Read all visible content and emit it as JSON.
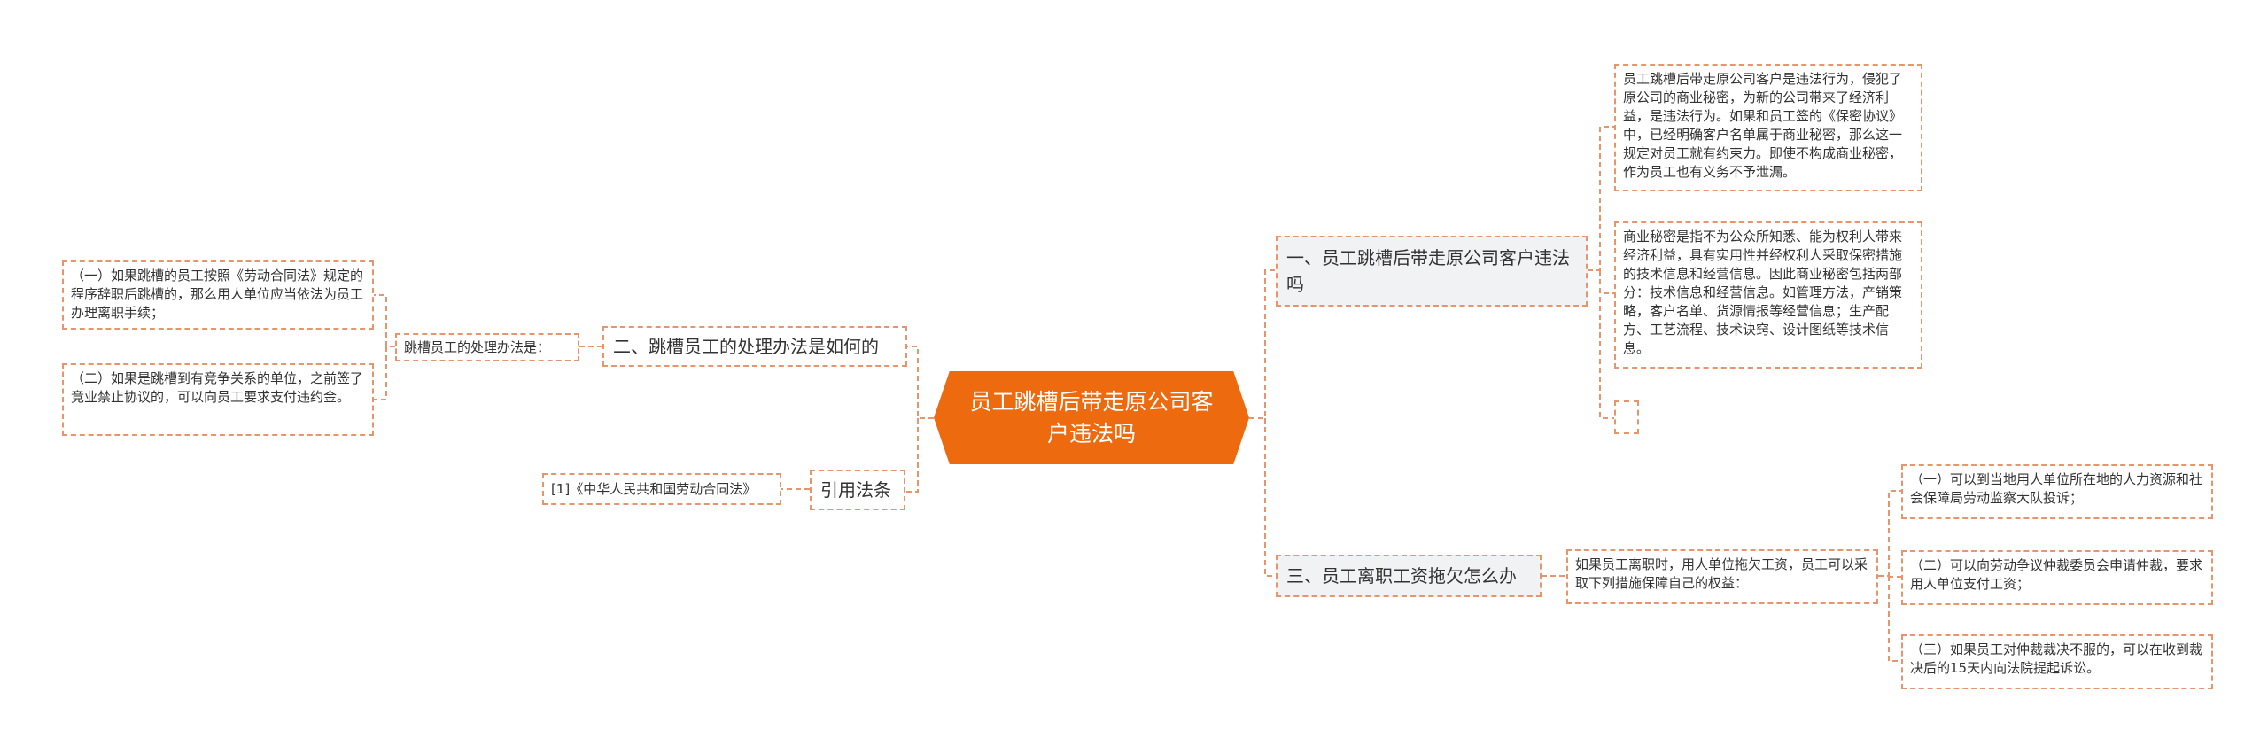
{
  "root": {
    "title": "员工跳槽后带走原公司客户违法吗"
  },
  "branches": {
    "b1": {
      "label": "一、员工跳槽后带走原公司客户违法吗",
      "leaves": [
        "员工跳槽后带走原公司客户是违法行为，侵犯了原公司的商业秘密，为新的公司带来了经济利益，是违法行为。如果和员工签的《保密协议》中，已经明确客户名单属于商业秘密，那么这一规定对员工就有约束力。即使不构成商业秘密，作为员工也有义务不予泄漏。",
        "商业秘密是指不为公众所知悉、能为权利人带来经济利益，具有实用性并经权利人采取保密措施的技术信息和经营信息。因此商业秘密包括两部分：技术信息和经营信息。如管理方法，产销策略，客户名单、货源情报等经营信息；生产配方、工艺流程、技术诀窍、设计图纸等技术信息。",
        ""
      ]
    },
    "b2": {
      "label": "二、跳槽员工的处理办法是如何的",
      "sub": "跳槽员工的处理办法是：",
      "leaves": [
        "（一）如果跳槽的员工按照《劳动合同法》规定的程序辞职后跳槽的，那么用人单位应当依法为员工办理离职手续；",
        "（二）如果是跳槽到有竞争关系的单位，之前签了竞业禁止协议的，可以向员工要求支付违约金。"
      ]
    },
    "b3": {
      "label": "三、员工离职工资拖欠怎么办",
      "sub": "如果员工离职时，用人单位拖欠工资，员工可以采取下列措施保障自己的权益：",
      "leaves": [
        "（一）可以到当地用人单位所在地的人力资源和社会保障局劳动监察大队投诉；",
        "（二）可以向劳动争议仲裁委员会申请仲裁，要求用人单位支付工资；",
        "（三）如果员工对仲裁裁决不服的，可以在收到裁决后的15天内向法院提起诉讼。"
      ]
    },
    "b4": {
      "label": "引用法条",
      "leaves": [
        "[1]《中华人民共和国劳动合同法》"
      ]
    }
  },
  "colors": {
    "accent": "#ee6a0f",
    "line": "#e8956b",
    "branch_fill": "#f1f2f4"
  }
}
